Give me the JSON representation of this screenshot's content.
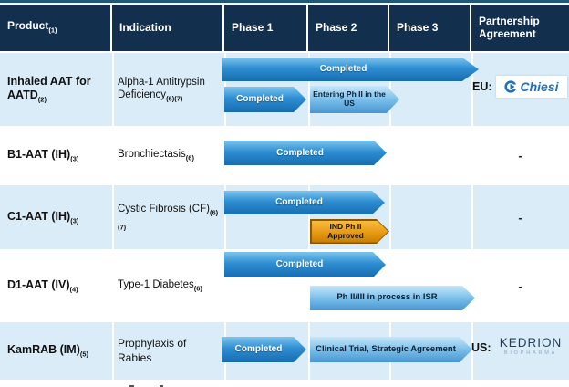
{
  "header": {
    "columns": [
      {
        "label": "Product",
        "note": "(1)"
      },
      {
        "label": "Indication",
        "note": ""
      },
      {
        "label": "Phase 1",
        "note": ""
      },
      {
        "label": "Phase 2",
        "note": ""
      },
      {
        "label": "Phase 3",
        "note": ""
      },
      {
        "label": "Partnership Agreement",
        "note": ""
      }
    ]
  },
  "rows": [
    {
      "product": "Inhaled AAT for AATD",
      "product_note": "(2)",
      "indication": "Alpha-1 Antitrypsin Deficiency",
      "indication_note": "(6)(7)",
      "arrows": [
        {
          "label": "Completed"
        },
        {
          "label": "Completed"
        },
        {
          "label": "Entering Ph II in the US"
        }
      ],
      "partnership_region": "EU:",
      "partner_name": "Chiesi"
    },
    {
      "product": "B1-AAT (IH)",
      "product_note": "(3)",
      "indication": "Bronchiectasis",
      "indication_note": "(6)",
      "arrows": [
        {
          "label": "Completed"
        }
      ],
      "partnership_dash": "-"
    },
    {
      "product": "C1-AAT (IH)",
      "product_note": "(3)",
      "indication": "Cystic Fibrosis (CF)",
      "indication_note": "(6)(7)",
      "arrows": [
        {
          "label": "Completed"
        },
        {
          "label": "IND Ph II Approved"
        }
      ],
      "partnership_dash": "-"
    },
    {
      "product": "D1-AAT (IV)",
      "product_note": "(4)",
      "indication": "Type-1 Diabetes",
      "indication_note": "(6)",
      "arrows": [
        {
          "label": "Completed"
        },
        {
          "label": "Ph II/III in process in ISR"
        }
      ],
      "partnership_dash": "-"
    },
    {
      "product": "KamRAB (IM)",
      "product_note": "(5)",
      "indication": "Prophylaxis of Rabies",
      "indication_note": "",
      "arrows": [
        {
          "label": "Completed"
        },
        {
          "label": "Clinical Trial, Strategic Agreement"
        }
      ],
      "partnership_region": "US:",
      "partner_name": "KEDRION",
      "partner_sub": "BIOPHARMA"
    }
  ],
  "colors": {
    "header_bg": "#12304e",
    "row_alt_bg": "#d9ecf8",
    "arrow_blue": "#2e8ed2",
    "arrow_light_blue": "#7cc0ea",
    "arrow_orange": "#e79912",
    "chiesi_blue": "#1e6fc0",
    "kedrion_navy": "#21405f"
  }
}
